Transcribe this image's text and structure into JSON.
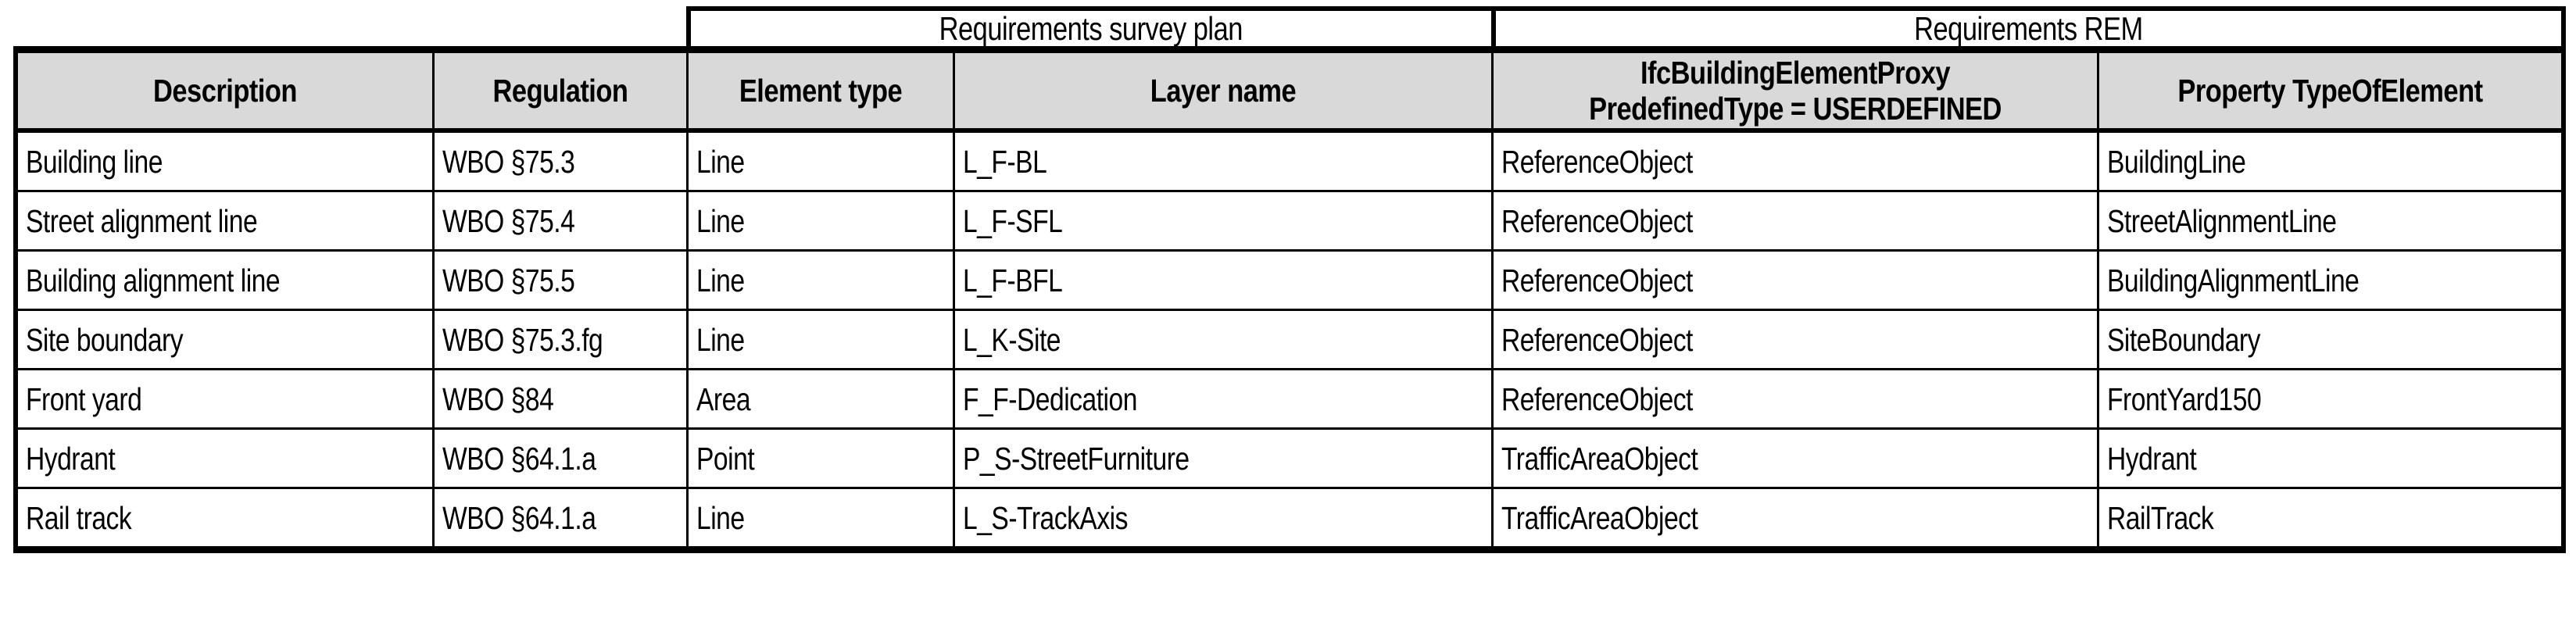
{
  "table": {
    "group_headers": [
      {
        "label": "Requirements survey plan",
        "spans": [
          "Element type",
          "Layer name"
        ]
      },
      {
        "label": "Requirements REM",
        "spans": [
          "IfcBuildingElementProxy PredefinedType = USERDEFINED",
          "Property TypeOfElement"
        ]
      }
    ],
    "columns": [
      {
        "key": "description",
        "label": "Description"
      },
      {
        "key": "regulation",
        "label": "Regulation"
      },
      {
        "key": "element_type",
        "label": "Element type"
      },
      {
        "key": "layer_name",
        "label": "Layer name"
      },
      {
        "key": "ifc_proxy",
        "label_line1": "IfcBuildingElementProxy",
        "label_line2": "PredefinedType = USERDEFINED"
      },
      {
        "key": "property_type",
        "label": "Property TypeOfElement"
      }
    ],
    "rows": [
      {
        "description": "Building line",
        "regulation": "WBO §75.3",
        "element_type": "Line",
        "layer_name": "L_F-BL",
        "ifc_proxy": "ReferenceObject",
        "property_type": "BuildingLine"
      },
      {
        "description": "Street alignment line",
        "regulation": "WBO §75.4",
        "element_type": "Line",
        "layer_name": "L_F-SFL",
        "ifc_proxy": "ReferenceObject",
        "property_type": "StreetAlignmentLine"
      },
      {
        "description": "Building alignment line",
        "regulation": "WBO §75.5",
        "element_type": "Line",
        "layer_name": "L_F-BFL",
        "ifc_proxy": "ReferenceObject",
        "property_type": "BuildingAlignmentLine"
      },
      {
        "description": "Site boundary",
        "regulation": "WBO §75.3.fg",
        "element_type": "Line",
        "layer_name": "L_K-Site",
        "ifc_proxy": "ReferenceObject",
        "property_type": "SiteBoundary"
      },
      {
        "description": "Front yard",
        "regulation": "WBO §84",
        "element_type": "Area",
        "layer_name": "F_F-Dedication",
        "ifc_proxy": "ReferenceObject",
        "property_type": "FrontYard150"
      },
      {
        "description": "Hydrant",
        "regulation": "WBO §64.1.a",
        "element_type": "Point",
        "layer_name": "P_S-StreetFurniture",
        "ifc_proxy": "TrafficAreaObject",
        "property_type": "Hydrant"
      },
      {
        "description": "Rail track",
        "regulation": "WBO §64.1.a",
        "element_type": "Line",
        "layer_name": "L_S-TrackAxis",
        "ifc_proxy": "TrafficAreaObject",
        "property_type": "RailTrack"
      }
    ]
  },
  "colors": {
    "header_fill": "#d9d9d9",
    "body_fill": "#ffffff",
    "rule": "#000000",
    "text": "#000000"
  }
}
